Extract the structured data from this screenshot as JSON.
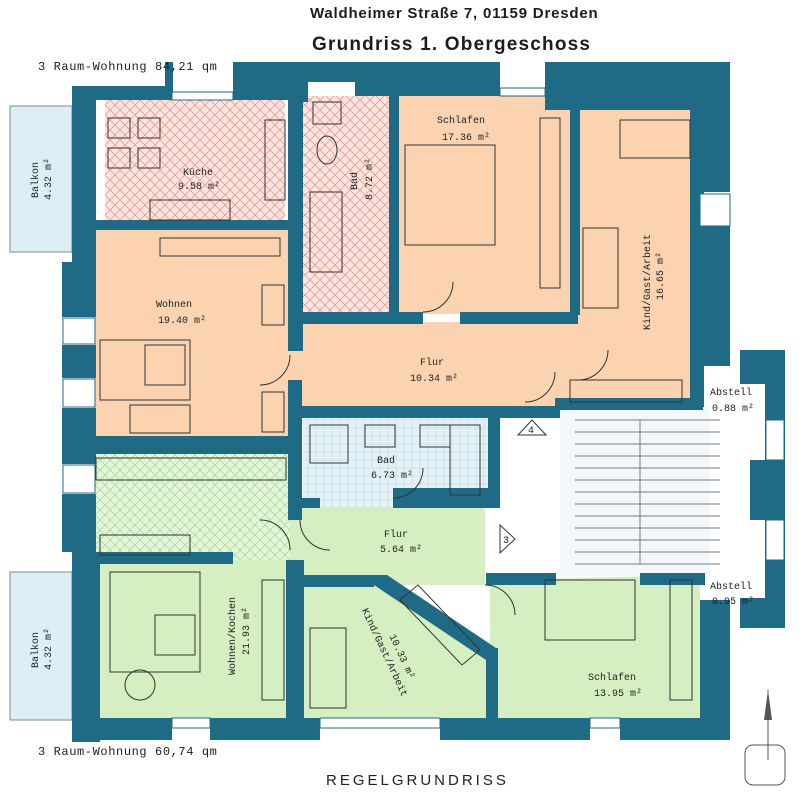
{
  "header": {
    "address": "Waldheimer Straße 7, 01159 Dresden",
    "title": "Grundriss   1. Obergeschoss"
  },
  "apartments": {
    "top": "3 Raum-Wohnung 84,21 qm",
    "bottom": "3 Raum-Wohnung 60,74 qm"
  },
  "footer": "REGELGRUNDRISS",
  "rooms": {
    "balkon_top": {
      "name": "Balkon",
      "area": "4.32 m²"
    },
    "kueche": {
      "name": "Küche",
      "area": "9.58 m²"
    },
    "bad_top": {
      "name": "Bad",
      "area": "8.72 m²"
    },
    "schlafen_top": {
      "name": "Schlafen",
      "area": "17.36 m²"
    },
    "kind_top": {
      "name": "Kind/Gast/Arbeit",
      "area": "16.65 m²"
    },
    "wohnen": {
      "name": "Wohnen",
      "area": "19.40 m²"
    },
    "flur_top": {
      "name": "Flur",
      "area": "10.34 m²"
    },
    "abstell_top": {
      "name": "Abstell",
      "area": "0.88 m²"
    },
    "bad_bottom": {
      "name": "Bad",
      "area": "6.73 m²"
    },
    "flur_bottom": {
      "name": "Flur",
      "area": "5.64 m²"
    },
    "abstell_bottom": {
      "name": "Abstell",
      "area": "0.95 m²"
    },
    "wohnen_kochen": {
      "name": "Wohnen/Kochen",
      "area": "21.93 m²"
    },
    "kind_bottom": {
      "name": "Kind/Gast/Arbeit",
      "area": "10.33 m²"
    },
    "schlafen_bottom": {
      "name": "Schlafen",
      "area": "13.95 m²"
    },
    "balkon_bottom": {
      "name": "Balkon",
      "area": "4.32 m²"
    }
  },
  "markers": {
    "stair_upper": "4",
    "stair_lower": "3"
  },
  "colors": {
    "wall": "#1f6a85",
    "orange": "#fbd6b5",
    "green": "#d8f1c6",
    "blue": "#d9edf5",
    "tile_pink": "#f6c7c0"
  }
}
